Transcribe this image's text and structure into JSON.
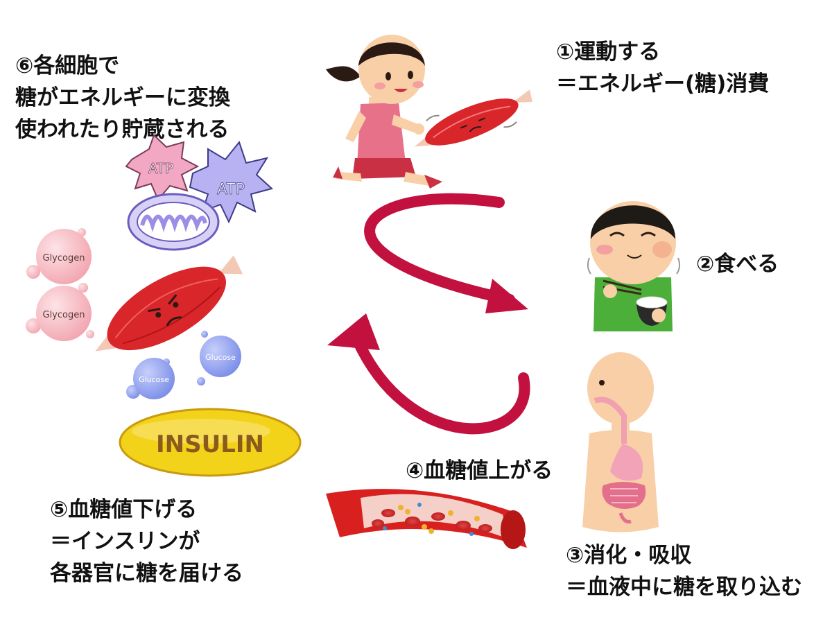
{
  "steps": {
    "step1": {
      "lines": [
        "①運動する",
        "＝エネルギー(糖)消費"
      ]
    },
    "step2": {
      "lines": [
        "②食べる"
      ]
    },
    "step3": {
      "lines": [
        "③消化・吸収",
        "＝血液中に糖を取り込む"
      ]
    },
    "step4": {
      "lines": [
        "④血糖値上がる"
      ]
    },
    "step5": {
      "lines": [
        "⑤血糖値下げる",
        "＝インスリンが",
        "各器官に糖を届ける"
      ]
    },
    "step6": {
      "lines": [
        "⑥各細胞で",
        "糖がエネルギーに変換",
        "使われたり貯蔵される"
      ]
    }
  },
  "illustration_labels": {
    "atp_1": "ATP",
    "atp_2": "ATP",
    "glycogen_1": "Glycogen",
    "glycogen_2": "Glycogen",
    "glucose_1": "Glucose",
    "glucose_2": "Glucose",
    "insulin": "INSULIN"
  },
  "colors": {
    "arrow": "#c2103f",
    "muscle": "#d9262a",
    "glycogen": "#f4b6be",
    "glucose": "#8fa0ee",
    "insulin_fill": "#f3d21a",
    "insulin_text": "#8a5a1c",
    "atp_burst": "#f2a8c2",
    "atp_burst_2": "#b9b2f2",
    "skin": "#f8cfa6",
    "vessel": "#d8201f"
  },
  "icons": [
    "running-girl-icon",
    "muscle-icon",
    "eating-boy-icon",
    "digestive-system-icon",
    "blood-vessel-icon",
    "mitochondria-icon",
    "cycle-arrow-icon"
  ]
}
